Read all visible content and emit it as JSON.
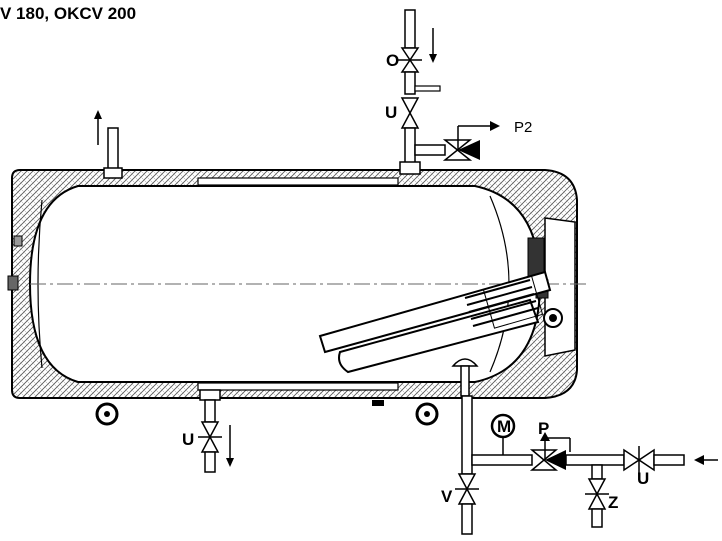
{
  "title": "V 180, OKCV 200",
  "labels": {
    "o": "O",
    "u_top": "U",
    "p2": "P2",
    "u_bottom": "U",
    "m": "M",
    "p": "P",
    "u_right": "U",
    "z": "Z",
    "v": "V"
  }
}
